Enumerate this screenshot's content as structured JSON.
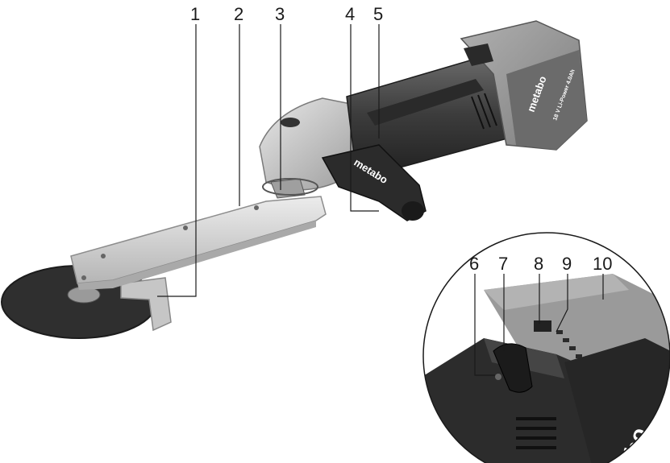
{
  "callouts": [
    "1",
    "2",
    "3",
    "4",
    "5",
    "6",
    "7",
    "8",
    "9",
    "10"
  ],
  "product": {
    "brand": "metabo",
    "battery_label": "18 V Li-Power 4.0Ah",
    "zoom_brand_fragment": "ibo"
  },
  "colors": {
    "housing_dark": "#3a3a3a",
    "housing_mid": "#555555",
    "battery_grey": "#8c8c8c",
    "guide_arm": "#d0d0d0",
    "disc": "#2e2e2e",
    "guard": "#bfbfbf",
    "leader_line": "#1a1a1a"
  }
}
